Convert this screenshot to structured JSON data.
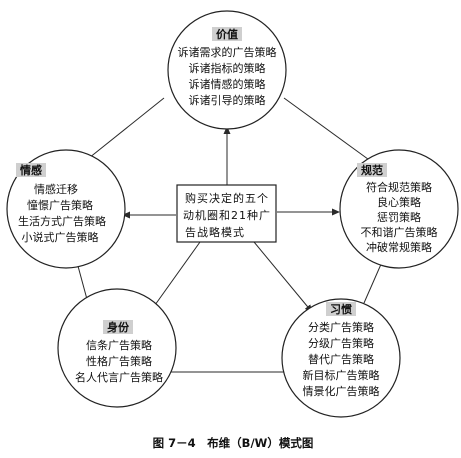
{
  "center": {
    "lines": [
      "购买决定的五个",
      "动机圈和21种广",
      "告战略模式"
    ]
  },
  "nodes": {
    "value": {
      "title": "价值",
      "items": [
        "诉诸需求的广告策略",
        "诉诸指标的策略",
        "诉诸情感的策略",
        "诉诸引导的策略"
      ]
    },
    "emotion": {
      "title": "情感",
      "items": [
        "情感迁移",
        "憧憬广告策略",
        "生活方式广告策略",
        "小说式广告策略"
      ]
    },
    "norm": {
      "title": "规范",
      "items": [
        "符合规范策略",
        "良心策略",
        "惩罚策略",
        "不和谐广告策略",
        "冲破常规策略"
      ]
    },
    "identity": {
      "title": "身份",
      "items": [
        "信条广告策略",
        "性格广告策略",
        "名人代言广告策略"
      ]
    },
    "habit": {
      "title": "习惯",
      "items": [
        "分类广告策略",
        "分级广告策略",
        "替代广告策略",
        "新目标广告策略",
        "情景化广告策略"
      ]
    }
  },
  "caption": "图 7－4　布维（B/W）模式图"
}
